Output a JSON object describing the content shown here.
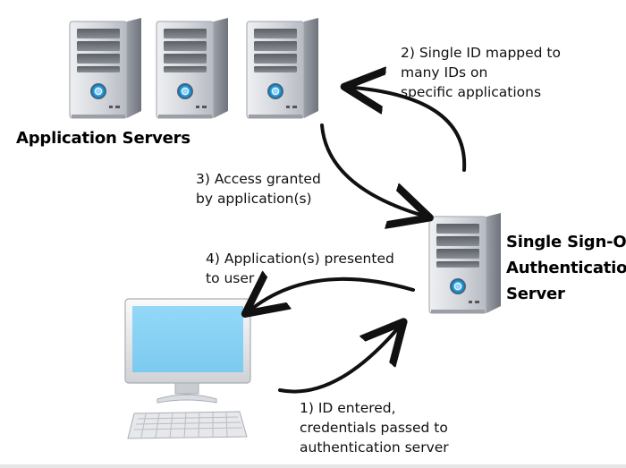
{
  "headings": {
    "app_servers": "Application Servers",
    "sso_server": [
      "Single Sign-On",
      "Authentication",
      "Server"
    ]
  },
  "steps": {
    "step1": [
      "1) ID entered,",
      "credentials passed to",
      "authentication server"
    ],
    "step2": [
      "2) Single ID mapped to",
      "many IDs on",
      "specific applications"
    ],
    "step3": [
      "3) Access granted",
      "by application(s)"
    ],
    "step4": [
      "4) Application(s) presented",
      "to user"
    ]
  },
  "icons": {
    "server": "server-tower-icon",
    "monitor": "monitor-icon",
    "keyboard": "keyboard-icon"
  },
  "colors": {
    "screen": "#87d3f7",
    "server_body": "#d2d5da",
    "power_button": "#2aa0e0",
    "arrow": "#111111"
  }
}
